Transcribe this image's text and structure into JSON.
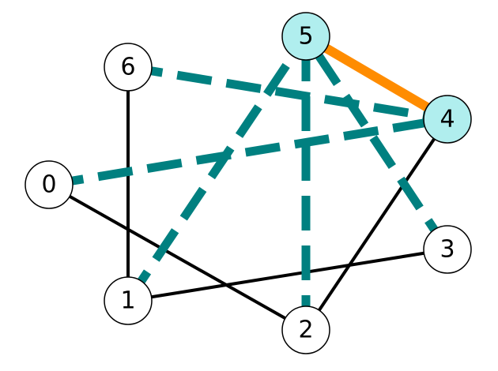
{
  "graph": {
    "nodes": [
      {
        "id": "0",
        "label": "0",
        "highlighted": false
      },
      {
        "id": "1",
        "label": "1",
        "highlighted": false
      },
      {
        "id": "2",
        "label": "2",
        "highlighted": false
      },
      {
        "id": "3",
        "label": "3",
        "highlighted": false
      },
      {
        "id": "4",
        "label": "4",
        "highlighted": true
      },
      {
        "id": "5",
        "label": "5",
        "highlighted": true
      },
      {
        "id": "6",
        "label": "6",
        "highlighted": false
      }
    ],
    "edges": [
      {
        "source": "0",
        "target": "2",
        "style": "plain"
      },
      {
        "source": "1",
        "target": "6",
        "style": "plain"
      },
      {
        "source": "1",
        "target": "3",
        "style": "plain"
      },
      {
        "source": "2",
        "target": "4",
        "style": "plain"
      },
      {
        "source": "6",
        "target": "4",
        "style": "dashed"
      },
      {
        "source": "0",
        "target": "4",
        "style": "dashed"
      },
      {
        "source": "1",
        "target": "5",
        "style": "dashed"
      },
      {
        "source": "2",
        "target": "5",
        "style": "dashed"
      },
      {
        "source": "3",
        "target": "5",
        "style": "dashed"
      },
      {
        "source": "5",
        "target": "4",
        "style": "highlight"
      }
    ]
  },
  "colors": {
    "node_fill": "#ffffff",
    "node_highlight_fill": "#b0eeee",
    "node_stroke": "#000000",
    "plain_edge": "#000000",
    "dashed_edge": "#008080",
    "highlight_edge": "#ff8c00"
  }
}
